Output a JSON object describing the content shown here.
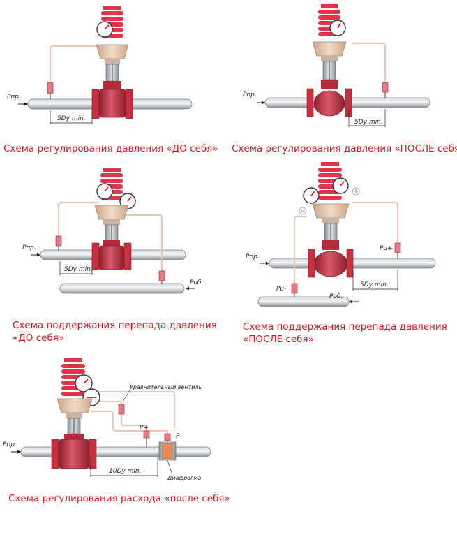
{
  "diagrams": [
    {
      "caption": "Схема регулирования давления «ДО себя»",
      "labels": {
        "p_in": "Рпр.",
        "dim": "5Dy min."
      }
    },
    {
      "caption": "Схема регулирования давления «ПОСЛЕ себя»",
      "labels": {
        "p_in": "Рпр.",
        "dim": "5Dy min."
      }
    },
    {
      "caption_line1": "Схема поддержания перепада давления",
      "caption_line2": "«ДО себя»",
      "labels": {
        "p_in": "Рпр.",
        "dim": "5Dy min.",
        "p_out": "Роб."
      }
    },
    {
      "caption_line1": "Схема поддержания перепада давления",
      "caption_line2": "«ПОСЛЕ себя»",
      "labels": {
        "p_in": "Рпр.",
        "dim": "5Dy min.",
        "p_plus": "Pu+",
        "p_minus": "Pu-",
        "p_out": "Роб."
      }
    },
    {
      "caption": "Схема регулирования расхода «после себя»",
      "labels": {
        "p_in": "Рпр.",
        "dim": "10Dy min.",
        "p_plus": "Р+",
        "p_minus": "Р-",
        "valve_note": "Уравнительный вентиль",
        "orifice_note": "Диафрагма"
      }
    }
  ],
  "colors": {
    "valve_red": "#c9303e",
    "spring_red": "#e0344a",
    "pipe_gray": "#a9adb3",
    "caption_red": "#e0141e",
    "impulse_line": "#e9c8b8"
  }
}
